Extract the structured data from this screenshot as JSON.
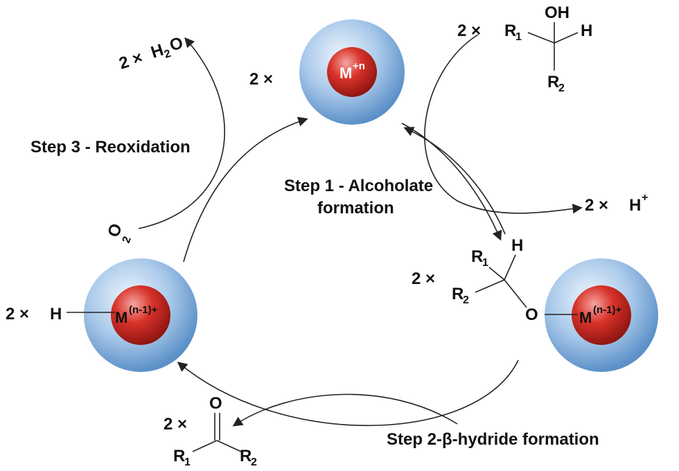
{
  "colors": {
    "shell_light": "#eef5fc",
    "shell_mid": "#a9c9ea",
    "shell_dark": "#5c90c8",
    "core_light": "#f4a6a0",
    "core_mid": "#d8332a",
    "core_dark": "#8e1410",
    "ink": "#111111"
  },
  "steps": {
    "step1_line1": "Step 1 - Alcoholate",
    "step1_line2": "formation",
    "step2": "Step 2-β-hydride formation",
    "step3": "Step 3 - Reoxidation"
  },
  "metal_top": {
    "coefficient": "2 ×",
    "symbol": "M",
    "charge": "+n"
  },
  "metal_left": {
    "coefficient": "2 ×",
    "hydride": "H",
    "symbol": "M",
    "charge": "(n-1)+"
  },
  "metal_right": {
    "symbol": "M",
    "charge": "(n-1)+",
    "oxygen": "O"
  },
  "alcohol": {
    "coefficient": "2 ×",
    "oh": "OH",
    "r1": "R",
    "r1_sub": "1",
    "h": "H",
    "r2": "R",
    "r2_sub": "2"
  },
  "alcoholate": {
    "coefficient": "2 ×",
    "r1": "R",
    "r1_sub": "1",
    "h": "H",
    "r2": "R",
    "r2_sub": "2"
  },
  "ketone": {
    "coefficient": "2 ×",
    "o": "O",
    "r1": "R",
    "r1_sub": "1",
    "r2": "R",
    "r2_sub": "2"
  },
  "water": {
    "coefficient": "2 ×",
    "h": "H",
    "h_sub": "2",
    "o": "O"
  },
  "proton": {
    "coefficient": "2 ×",
    "h": "H",
    "charge": "+"
  },
  "oxygen": {
    "o": "O",
    "o_sub": "2"
  }
}
